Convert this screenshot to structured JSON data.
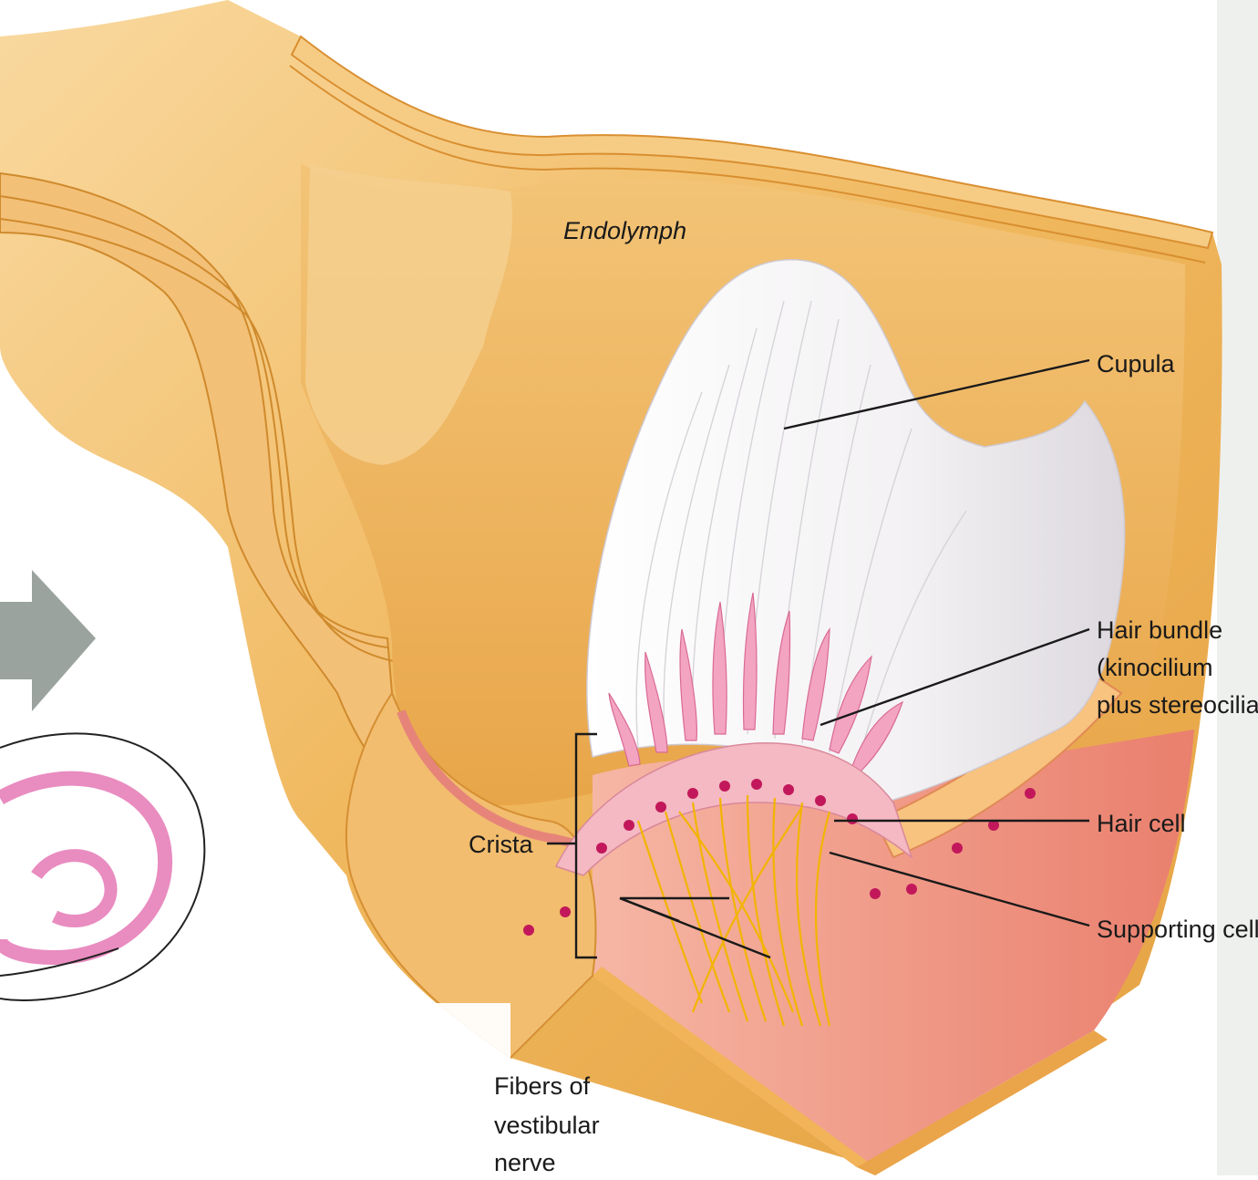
{
  "labels": {
    "endolymph": "Endolymph",
    "cupula": "Cupula",
    "hair_bundle": [
      "Hair bundle",
      "(kinocilium",
      "plus stereocilia)"
    ],
    "hair_cell": "Hair cell",
    "supporting_cell": "Supporting cell",
    "crista": "Crista",
    "fibers": [
      "Fibers of",
      "vestibular",
      "nerve"
    ]
  },
  "colors": {
    "wall": "#f0b85e",
    "wall_dark": "#e39a35",
    "wall_light": "#f7d08f",
    "epithelium": "#f4a6a0",
    "tissue": "#ef8a7a",
    "tissue_dark": "#e06a5e",
    "cupula": "#f4f2f4",
    "hair_bundle": "#ef8fb0",
    "nucleus": "#c2185b",
    "nerve": "#f2b400",
    "arrow": "#9aa39e",
    "spiral": "#e98cc0"
  }
}
